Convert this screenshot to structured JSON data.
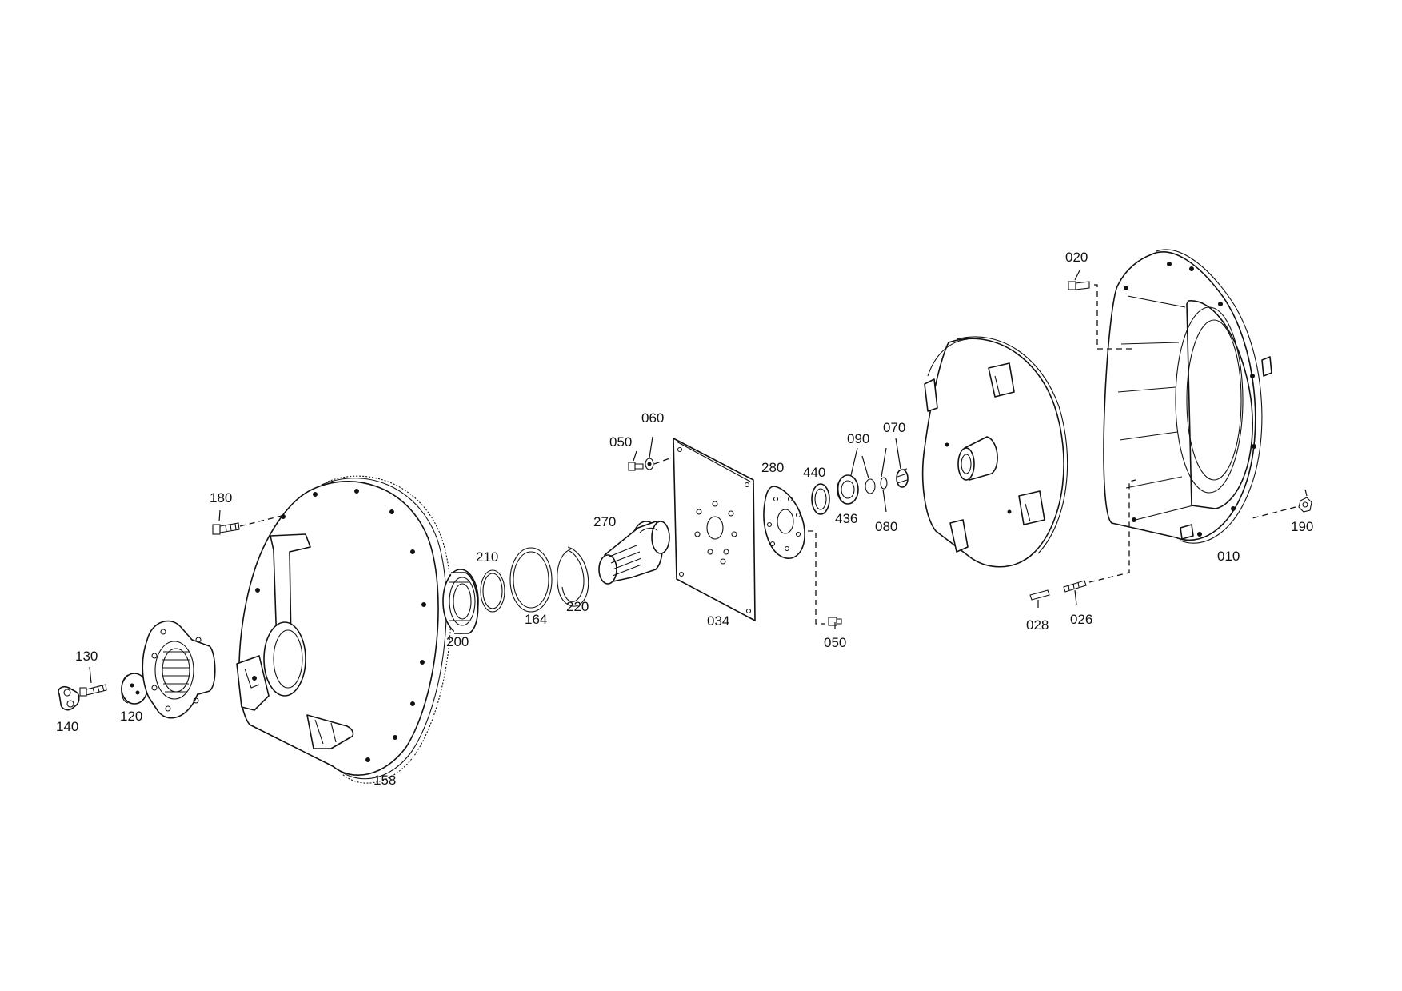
{
  "diagram": {
    "type": "exploded-parts-view",
    "callouts": [
      {
        "id": "010",
        "text": "010"
      },
      {
        "id": "020",
        "text": "020"
      },
      {
        "id": "026",
        "text": "026"
      },
      {
        "id": "028",
        "text": "028"
      },
      {
        "id": "034",
        "text": "034"
      },
      {
        "id": "050a",
        "text": "050"
      },
      {
        "id": "050b",
        "text": "050"
      },
      {
        "id": "060",
        "text": "060"
      },
      {
        "id": "070",
        "text": "070"
      },
      {
        "id": "080",
        "text": "080"
      },
      {
        "id": "090",
        "text": "090"
      },
      {
        "id": "120",
        "text": "120"
      },
      {
        "id": "130",
        "text": "130"
      },
      {
        "id": "140",
        "text": "140"
      },
      {
        "id": "158",
        "text": "158"
      },
      {
        "id": "164",
        "text": "164"
      },
      {
        "id": "180",
        "text": "180"
      },
      {
        "id": "190",
        "text": "190"
      },
      {
        "id": "200",
        "text": "200"
      },
      {
        "id": "210",
        "text": "210"
      },
      {
        "id": "220",
        "text": "220"
      },
      {
        "id": "270",
        "text": "270"
      },
      {
        "id": "280",
        "text": "280"
      },
      {
        "id": "436",
        "text": "436"
      },
      {
        "id": "440",
        "text": "440"
      }
    ]
  }
}
